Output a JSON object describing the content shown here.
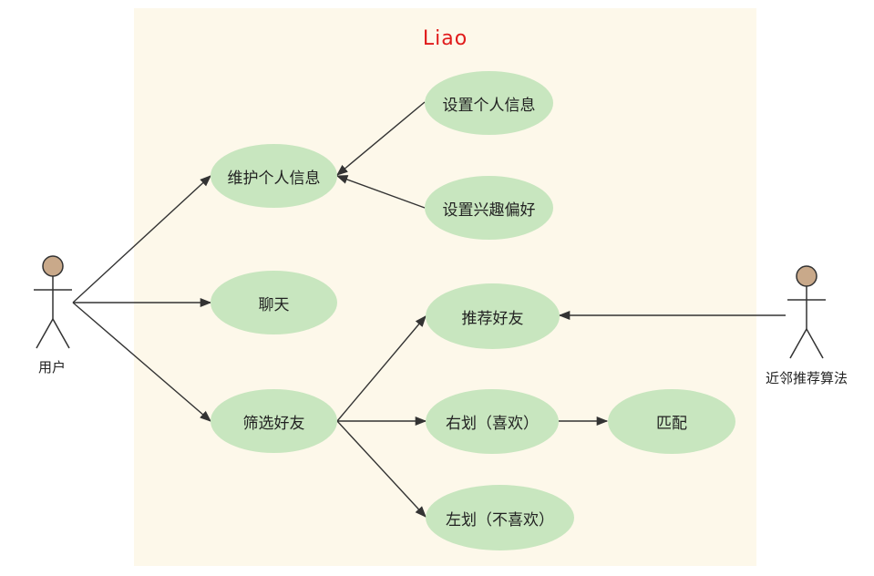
{
  "system": {
    "title": "Liao",
    "title_color": "#e01b1b",
    "background": "#fdf8ea"
  },
  "actors": {
    "user": "用户",
    "algorithm": "近邻推荐算法"
  },
  "use_cases": {
    "maintain_info": "维护个人信息",
    "set_info": "设置个人信息",
    "set_interests": "设置兴趣偏好",
    "chat": "聊天",
    "filter_friends": "筛选好友",
    "recommend_friends": "推荐好友",
    "swipe_right": "右划（喜欢）",
    "match": "匹配",
    "swipe_left": "左划（不喜欢）"
  },
  "colors": {
    "usecase_fill": "#c8e6bf",
    "actor_head": "#c9a98a",
    "line": "#333333"
  }
}
